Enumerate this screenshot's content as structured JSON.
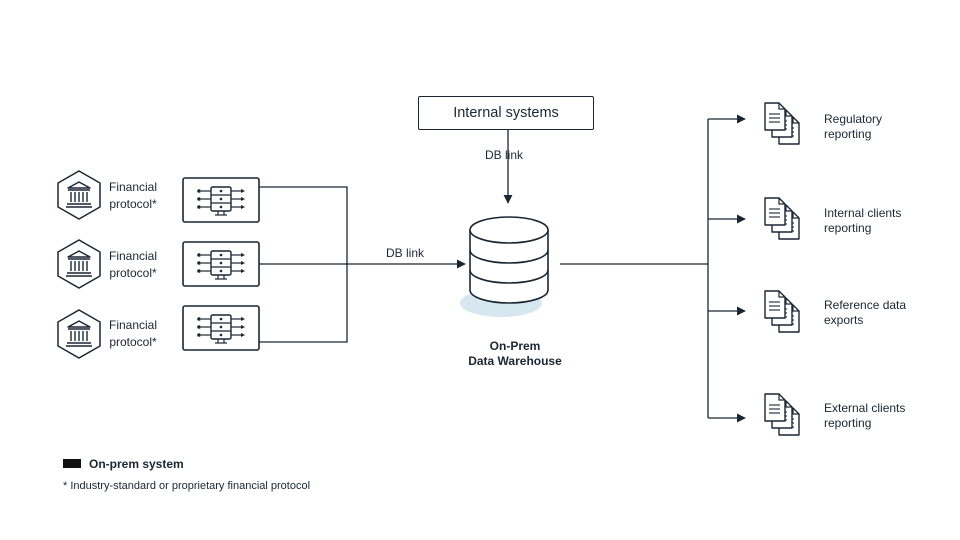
{
  "sources": [
    {
      "protocol_line1": "Financial",
      "protocol_line2": "protocol*"
    },
    {
      "protocol_line1": "Financial",
      "protocol_line2": "protocol*"
    },
    {
      "protocol_line1": "Financial",
      "protocol_line2": "protocol*"
    }
  ],
  "internal_systems": {
    "label": "Internal systems",
    "link_label": "DB link"
  },
  "source_link_label": "DB link",
  "warehouse": {
    "line1": "On-Prem",
    "line2": "Data Warehouse"
  },
  "outputs": [
    {
      "line1": "Regulatory",
      "line2": "reporting"
    },
    {
      "line1": "Internal clients",
      "line2": "reporting"
    },
    {
      "line1": "Reference data",
      "line2": "exports"
    },
    {
      "line1": "External clients",
      "line2": "reporting"
    }
  ],
  "legend": {
    "label": "On-prem system",
    "color": "#111111"
  },
  "footnote": "* Industry-standard or proprietary financial protocol",
  "colors": {
    "line": "#1a2733",
    "accent": "#d7e7ef"
  },
  "icons": {
    "source": "bank-icon",
    "gateway": "server-icon",
    "warehouse": "database-icon",
    "output": "documents-icon"
  }
}
